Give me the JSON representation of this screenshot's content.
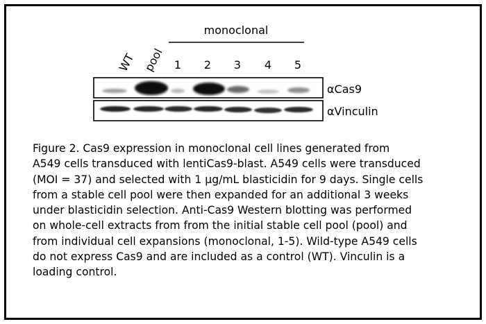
{
  "figure": {
    "group_label": "monoclonal",
    "lanes": [
      {
        "label": "WT",
        "rotated": true
      },
      {
        "label": "pool",
        "rotated": true
      },
      {
        "label": "1",
        "rotated": false
      },
      {
        "label": "2",
        "rotated": false
      },
      {
        "label": "3",
        "rotated": false
      },
      {
        "label": "4",
        "rotated": false
      },
      {
        "label": "5",
        "rotated": false
      }
    ],
    "blots": [
      {
        "label": "αCas9"
      },
      {
        "label": "αVinculin"
      }
    ]
  },
  "caption": {
    "lines": [
      "Figure 2. Cas9 expression in monoclonal cell lines generated from",
      "A549 cells transduced with lentiCas9-blast. A549 cells were transduced",
      "(MOI = 37) and selected with 1 µg/mL blasticidin for 9 days. Single cells",
      "from a stable cell pool were then expanded for an additional 3 weeks",
      "under blasticidin selection. Anti-Cas9 Western blotting was performed",
      "on whole-cell extracts from from the initial stable cell pool (pool) and",
      "from individual cell expansions (monoclonal, 1-5). Wild-type A549 cells",
      "do not express Cas9 and are included as a control (WT). Vinculin is a",
      "loading control."
    ]
  }
}
